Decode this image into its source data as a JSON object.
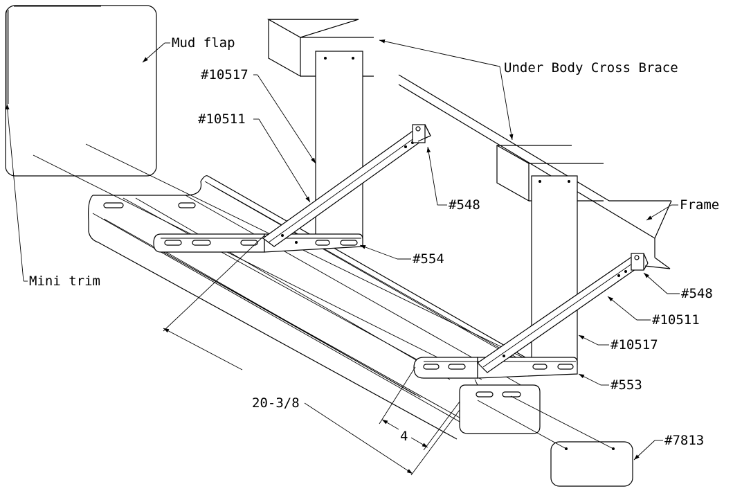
{
  "labels": {
    "mud_flap": "Mud flap",
    "under_body_cross_brace": "Under Body Cross Brace",
    "part_10517_top": "#10517",
    "part_10511_top": "#10511",
    "part_548_top": "#548",
    "part_554": "#554",
    "mini_trim": "Mini trim",
    "frame": "Frame",
    "part_548_right": "#548",
    "part_10511_right": "#10511",
    "part_10517_right": "#10517",
    "part_553": "#553",
    "part_7813": "#7813",
    "dim_20_3_8": "20-3/8",
    "dim_4": "4"
  }
}
